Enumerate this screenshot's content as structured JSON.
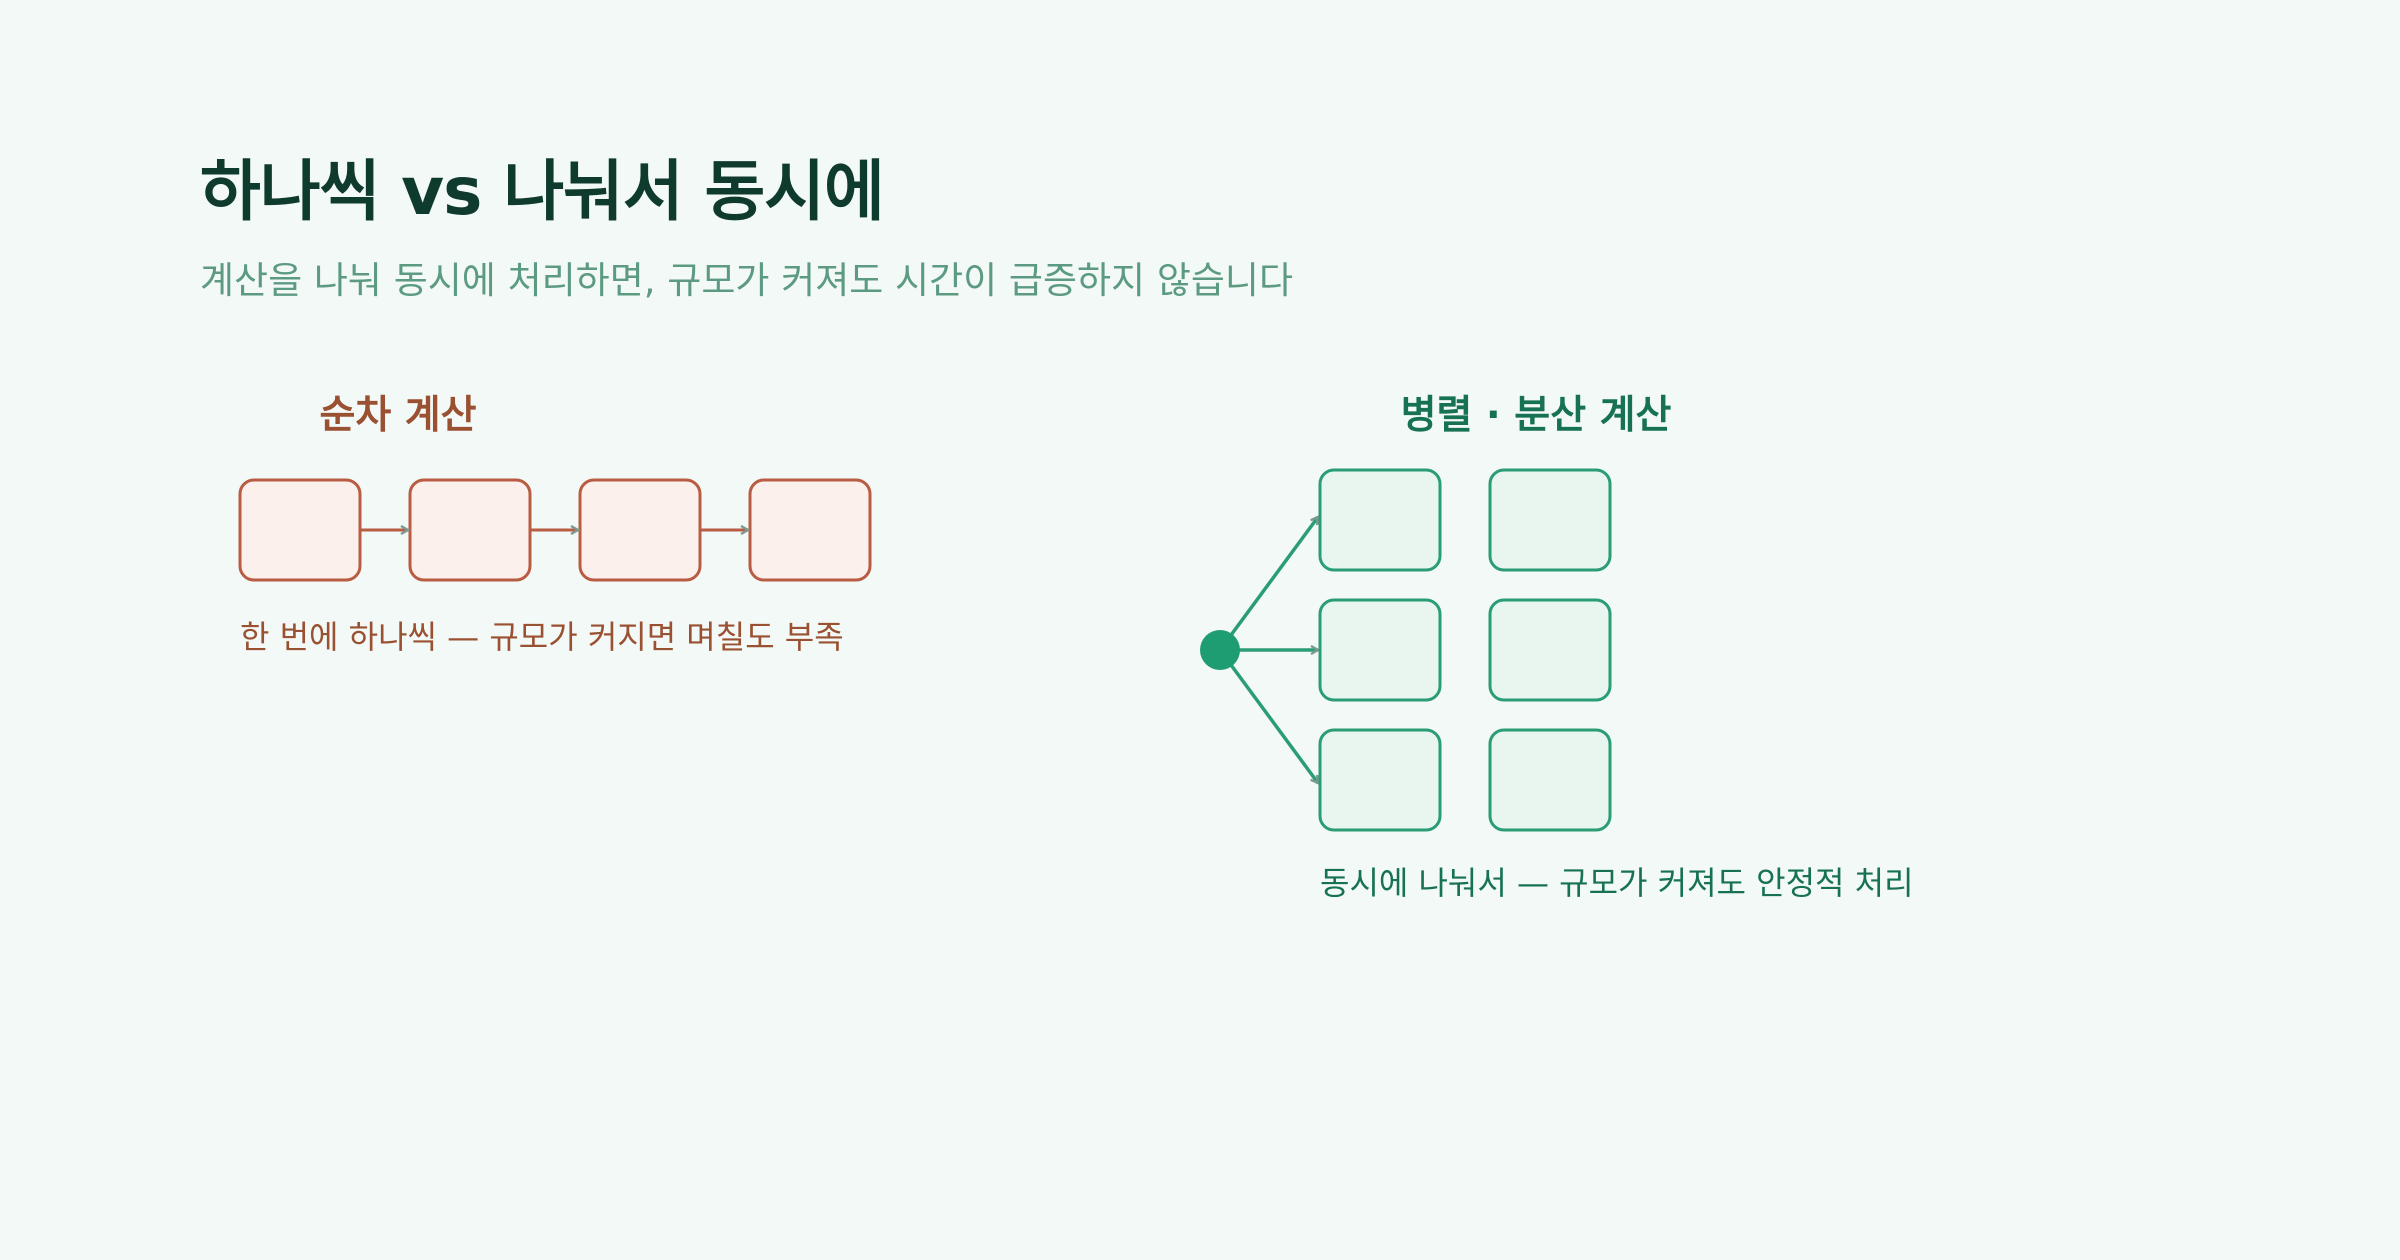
{
  "title": "하나씩 vs 나눠서 동시에",
  "subtitle": "계산을 나눠 동시에 처리하면, 규모가 커져도 시간이 급증하지 않습니다",
  "sequential": {
    "heading": "순차 계산",
    "caption": "한 번에 하나씩 — 규모가 커지면 며칠도 부족",
    "box_count": 4,
    "colors": {
      "stroke": "#b85c43",
      "fill": "#fcf0ec",
      "arrow_head": "#7c9a90"
    }
  },
  "parallel": {
    "heading": "병렬 · 분산 계산",
    "caption": "동시에 나눠서 — 규모가 커져도 안정적 처리",
    "rows": 3,
    "columns": 2,
    "colors": {
      "stroke": "#2a9c76",
      "fill": "#e8f6ef",
      "node": "#1e9c72",
      "arrow_head": "#7c9a90"
    }
  },
  "colors": {
    "background": "#f3f9f6",
    "title": "#0f3a2e",
    "subtitle": "#5c9a82",
    "sequential_heading": "#9a5132",
    "parallel_heading": "#177155"
  }
}
